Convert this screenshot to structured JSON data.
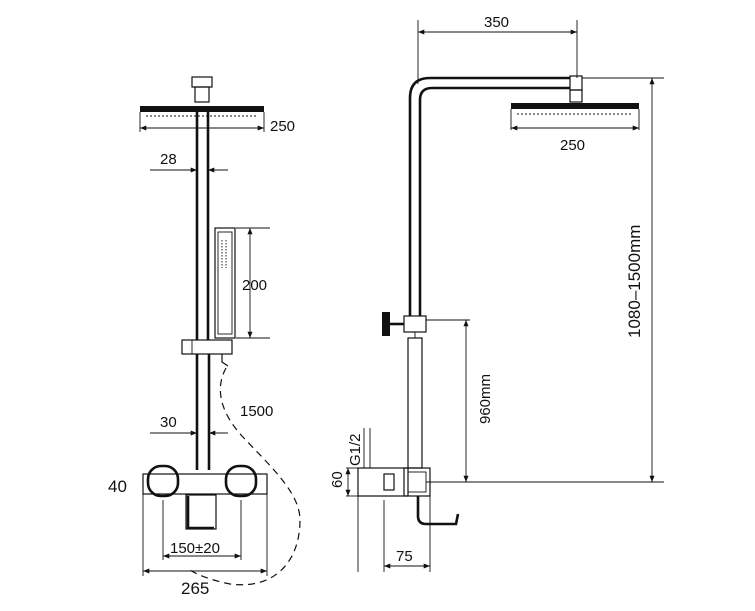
{
  "dimensions": {
    "front_head_width": "250",
    "front_pipe_diameter": "28",
    "hand_shower_length": "200",
    "hose_length": "1500",
    "lower_pipe_diameter": "30",
    "mixer_height": "40",
    "center_distance": "150±20",
    "mixer_width": "265",
    "arm_length": "350",
    "side_head_width": "250",
    "total_height": "1080–1500mm",
    "diverter_height": "960mm",
    "inlet_thread": "G1/2",
    "inlet_height": "60",
    "wall_offset": "75"
  }
}
